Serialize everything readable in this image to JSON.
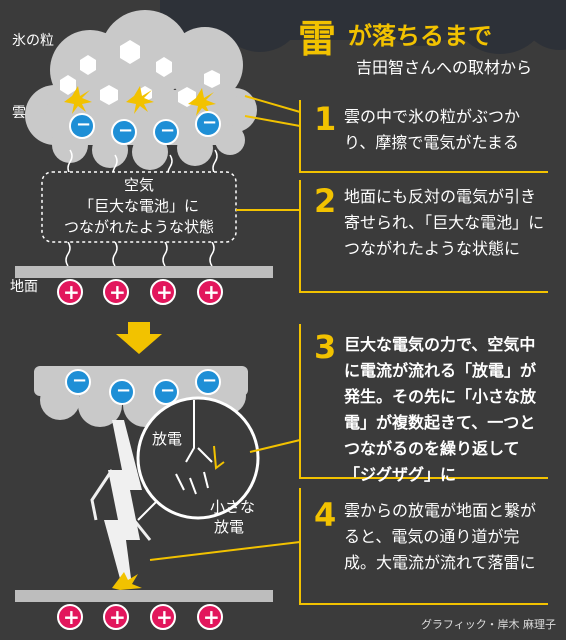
{
  "title": {
    "main_char": "雷",
    "rest": "が落ちるまで",
    "subtitle": "吉田智さんへの取材から"
  },
  "labels": {
    "ice": "氷の粒",
    "cloud": "雲",
    "ground": "地面",
    "box_line1": "空気",
    "box_line2": "「巨大な電池」に",
    "box_line3": "つながれたような状態",
    "discharge": "放電",
    "small_discharge_1": "小さな",
    "small_discharge_2": "放電"
  },
  "steps": [
    {
      "num": "1",
      "text": "雲の中で氷の粒がぶつかり、摩擦で電気がたまる"
    },
    {
      "num": "2",
      "text": "地面にも反対の電気が引き寄せられ、「巨大な電池」につながれたような状態に"
    },
    {
      "num": "3",
      "text": "巨大な電気の力で、空気中に電流が流れる「放電」が発生。その先に「小さな放電」が複数起きて、一つとつながるのを繰り返して「ジグザグ」に"
    },
    {
      "num": "4",
      "text": "雲からの放電が地面と繋がると、電気の通り道が完成。大電流が流れて落雷に"
    }
  ],
  "symbols": {
    "minus": "−",
    "plus": "+"
  },
  "credit": "グラフィック・岸木 麻理子",
  "colors": {
    "accent": "#f2c200",
    "background": "#3b3b3b",
    "minus": "#1e8fd6",
    "plus": "#e2165c",
    "cloud": "#c9c9c9"
  }
}
